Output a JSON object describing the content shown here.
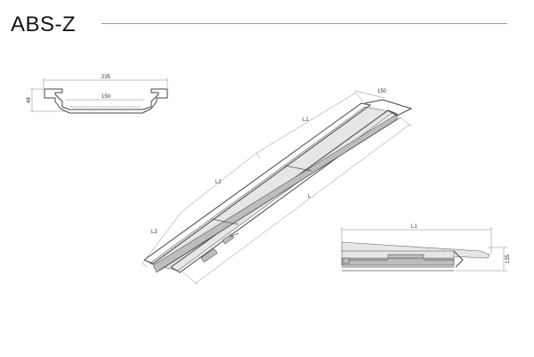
{
  "header": {
    "title": "ABS-Z"
  },
  "section_view": {
    "width_label": "235",
    "inner_width_label": "150",
    "height_label": "48"
  },
  "iso_view": {
    "end_width_label": "150",
    "l1_label": "L1",
    "l2_label": "L2",
    "l3_label": "L3",
    "total_label": "L"
  },
  "side_view": {
    "l1_label": "L1",
    "height_label": "135"
  }
}
